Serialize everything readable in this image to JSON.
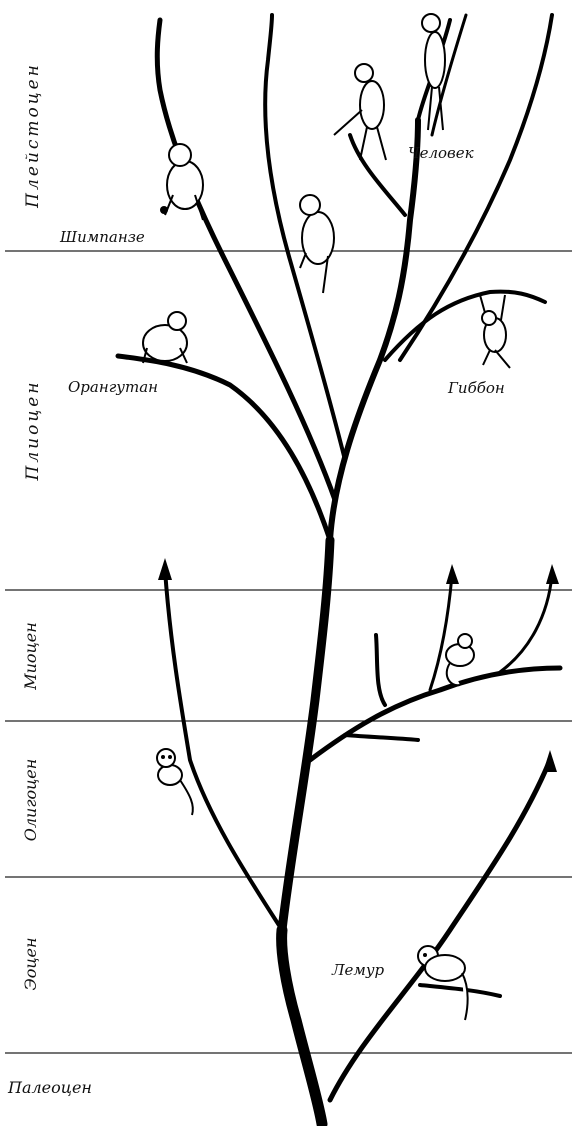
{
  "epochs": {
    "pleistocene": "Плейстоцен",
    "pliocene": "Плиоцен",
    "miocene": "Миоцен",
    "oligocene": "Олигоцен",
    "eocene": "Эоцен",
    "paleocene": "Палеоцен"
  },
  "taxa": {
    "chimpanzee": "Шимпанзе",
    "human": "Человек",
    "orangutan": "Орангутан",
    "gibbon": "Гиббон",
    "lemur": "Лемур"
  }
}
